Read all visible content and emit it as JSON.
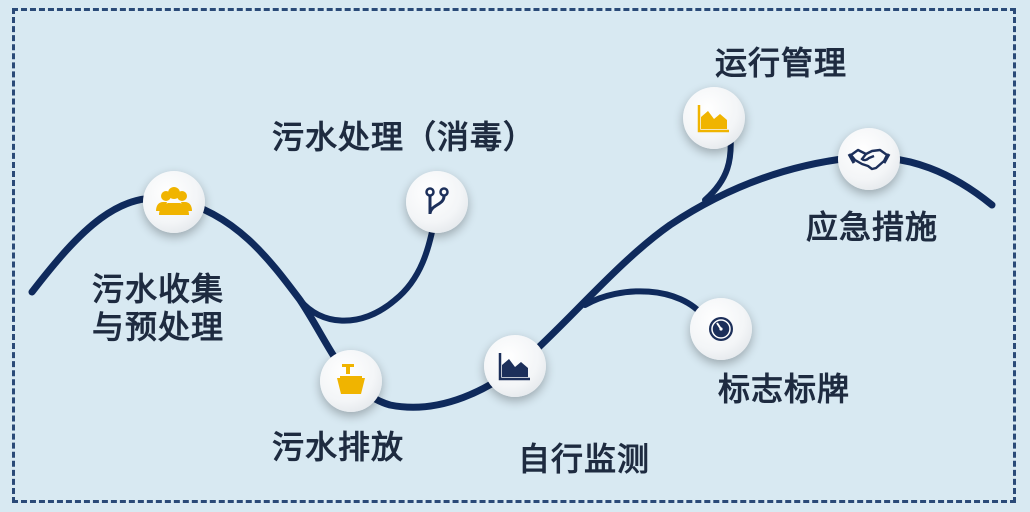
{
  "colors": {
    "background": "#d8e9f2",
    "line": "#0f2a5c",
    "frame": "#2a4a78",
    "icon_gold": "#f0b400",
    "icon_navy": "#1c2f5a"
  },
  "steps": [
    {
      "label": "污水收集\n与预处理",
      "icon": "people-group-icon"
    },
    {
      "label": "污水处理（消毒）",
      "icon": "branch-icon"
    },
    {
      "label": "污水排放",
      "icon": "outlet-basin-icon"
    },
    {
      "label": "自行监测",
      "icon": "area-chart-icon"
    },
    {
      "label": "运行管理",
      "icon": "area-chart-icon"
    },
    {
      "label": "应急措施",
      "icon": "handshake-icon"
    },
    {
      "label": "标志标牌",
      "icon": "clock-icon"
    }
  ]
}
